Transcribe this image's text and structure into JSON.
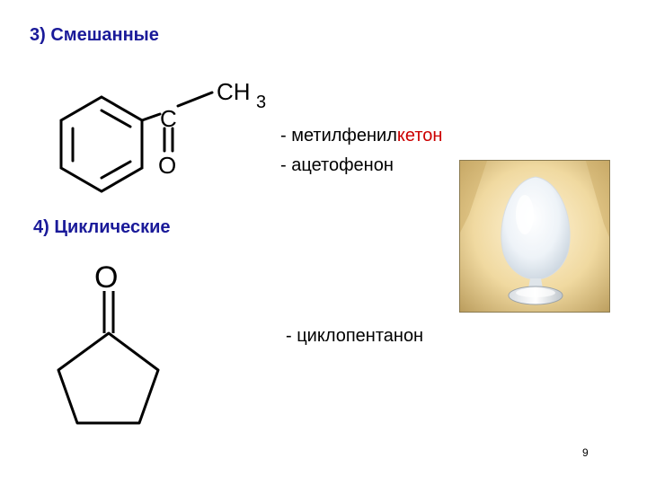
{
  "section_mixed": {
    "heading": "3) Смешанные",
    "formula_atoms": {
      "carbon": "C",
      "oxygen": "O",
      "methyl": "CH",
      "methyl_subscript": "3"
    },
    "name_1_prefix": "- метилфенил",
    "name_1_highlight": "кетон",
    "name_2": "- ацетофенон",
    "highlight_color": "#cc0000"
  },
  "section_cyclic": {
    "heading": "4) Циклические",
    "formula_atoms": {
      "oxygen": "O"
    },
    "name": "- циклопентанон"
  },
  "heading_color": "#1a1a99",
  "page_number": "9"
}
